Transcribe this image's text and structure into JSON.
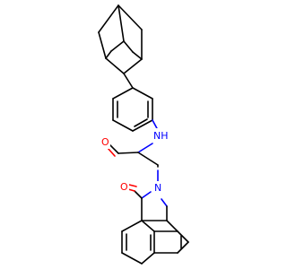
{
  "structure": {
    "atoms": {
      "amide_n": {
        "symbol": "N",
        "hydrogen": "H",
        "color": "#0000ff"
      },
      "amide_o": {
        "symbol": "O",
        "color": "#ff0000"
      },
      "ring_n": {
        "symbol": "N",
        "color": "#0000ff"
      },
      "lactam_o": {
        "symbol": "O",
        "color": "#ff0000"
      }
    },
    "bond_color": "#000000",
    "background": "#ffffff"
  }
}
